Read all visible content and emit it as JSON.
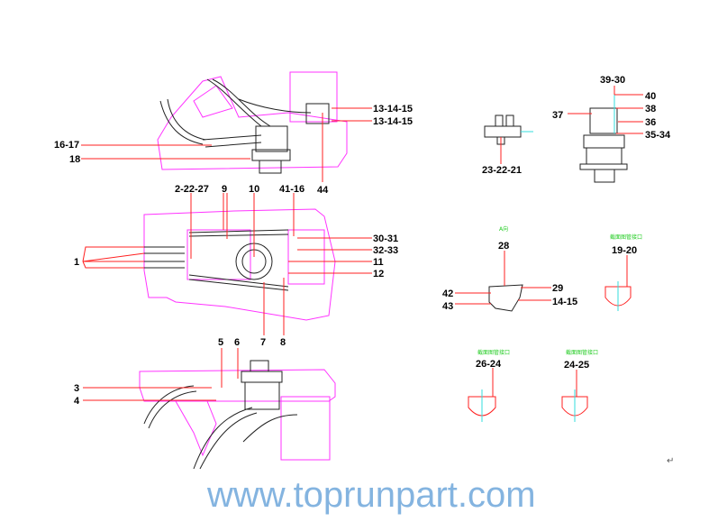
{
  "labels": {
    "l16_17": "16-17",
    "l18": "18",
    "l13a": "13-14-15",
    "l13b": "13-14-15",
    "l44": "44",
    "l2_22_27": "2-22-27",
    "l9": "9",
    "l10": "10",
    "l41_16": "41-16",
    "l1": "1",
    "l30_31": "30-31",
    "l32_33": "32-33",
    "l11": "11",
    "l12": "12",
    "l5": "5",
    "l6": "6",
    "l7": "7",
    "l8": "8",
    "l3": "3",
    "l4": "4",
    "l23_22_21": "23-22-21",
    "l39_30": "39-30",
    "l40": "40",
    "l38": "38",
    "l36": "36",
    "l35_34": "35-34",
    "l37": "37",
    "l28": "28",
    "l42": "42",
    "l43": "43",
    "l29": "29",
    "l14_15": "14-15",
    "l19_20": "19-20",
    "l26_24": "26-24",
    "l24_25": "24-25"
  },
  "captions": {
    "view_a": "A向",
    "section_19_20": "截面图管接口",
    "section_26_24": "截面图管接口",
    "section_24_25": "截面图管接口"
  },
  "watermark": "www.toprunpart.com",
  "return_mark": "↵",
  "colors": {
    "outline": "#ff33ff",
    "leader": "#ff2020",
    "label": "#000000",
    "caption": "#22cc22",
    "watermark": "#5b9bd5"
  }
}
